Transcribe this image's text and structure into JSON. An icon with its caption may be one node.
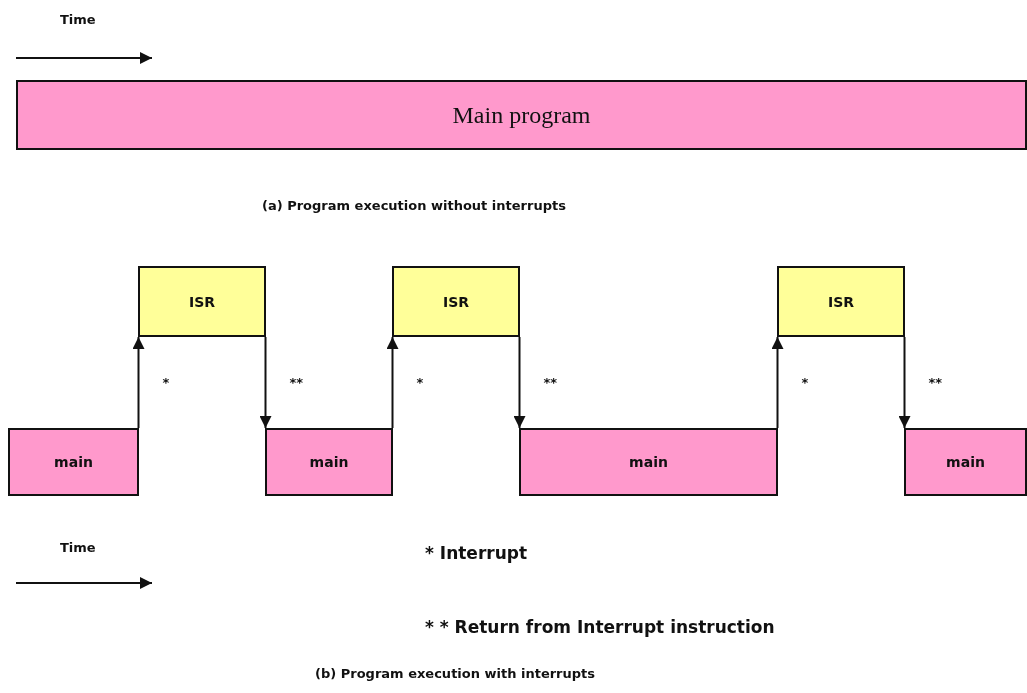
{
  "diagram": {
    "nodes": [
      {
        "text": [
          "Main program"
        ]
      },
      {
        "text": [
          "main"
        ]
      },
      {
        "text": [
          "ISR"
        ]
      },
      {
        "text": [
          "main"
        ]
      },
      {
        "text": [
          "ISR"
        ]
      },
      {
        "text": [
          "main"
        ]
      },
      {
        "text": [
          "ISR"
        ]
      },
      {
        "text": [
          "main"
        ]
      }
    ],
    "edges": [
      {
        "from": 1,
        "to": 2,
        "arrow": "to",
        "label": "*"
      },
      {
        "from": 2,
        "to": 3,
        "arrow": "to",
        "label": "**"
      },
      {
        "from": 3,
        "to": 4,
        "arrow": "to",
        "label": "*"
      },
      {
        "from": 4,
        "to": 5,
        "arrow": "to",
        "label": "**"
      },
      {
        "from": 5,
        "to": 6,
        "arrow": "to",
        "label": "*"
      },
      {
        "from": 6,
        "to": 7,
        "arrow": "to",
        "label": "**"
      }
    ],
    "labels": [
      "Time",
      "(a) Program execution without interrupts",
      "Time",
      "* Interrupt",
      "* * Return from Interrupt instruction",
      "(b) Program execution with interrupts"
    ]
  }
}
